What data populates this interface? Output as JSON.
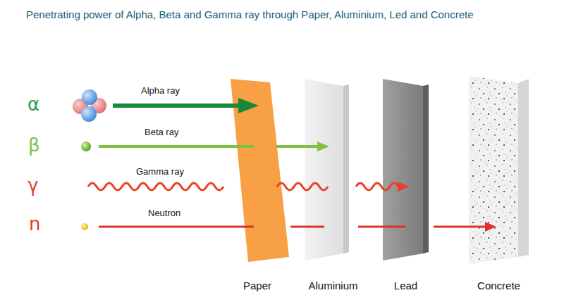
{
  "diagram": {
    "title": "Penetrating power of Alpha, Beta and Gamma ray through Paper, Aluminium, Led and Concrete",
    "nodes": [
      {
        "text": [
          "Paper"
        ]
      },
      {
        "text": [
          "Aluminium"
        ]
      },
      {
        "text": [
          "Lead"
        ]
      },
      {
        "text": [
          "Concrete"
        ]
      }
    ],
    "labels": [
      "α",
      "β",
      "γ",
      "n",
      "Alpha ray",
      "Beta ray",
      "Gamma ray",
      "Neutron"
    ]
  }
}
